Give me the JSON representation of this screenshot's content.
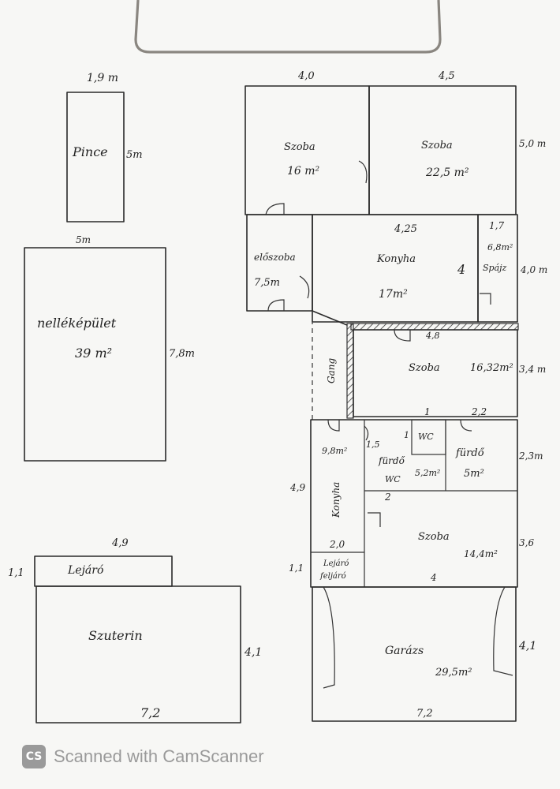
{
  "plan": {
    "rooms": {
      "pince": {
        "name": "Pince",
        "width": "1,9 m",
        "length": "5m"
      },
      "nellek": {
        "name": "nelléképület",
        "area": "39 m²",
        "width": "5m",
        "length": "7,8m"
      },
      "szuterin": {
        "name": "Szuterin",
        "width": "7,2",
        "length": "4,1"
      },
      "lejaro": {
        "name": "Lejáró",
        "width": "4,9",
        "length": "1,1"
      },
      "szoba1": {
        "name": "Szoba",
        "area": "16 m²",
        "width": "4,0"
      },
      "szoba2": {
        "name": "Szoba",
        "area": "22,5 m²",
        "width": "4,5",
        "length": "5,0 m"
      },
      "eloszoba": {
        "name": "előszoba",
        "area": "7,5m"
      },
      "konyha": {
        "name": "Konyha",
        "area": "17m²",
        "width": "4,25",
        "length": "4"
      },
      "spajz": {
        "name": "Spájz",
        "area": "6,8m²",
        "width": "1,7",
        "length": "4,0 m"
      },
      "szoba3": {
        "name": "Szoba",
        "area": "16,32m²",
        "width": "4,8",
        "length": "3,4 m"
      },
      "gang": {
        "name": "Gang"
      },
      "konyha2": {
        "name": "Konyha",
        "area": "9,8m²",
        "length": "4,9"
      },
      "furdo1": {
        "name": "fürdő",
        "area": "5,2m²",
        "dim_a": "1,5",
        "dim_b": "1",
        "dim_c": "1",
        "dim_d": "2",
        "wc1": "WC",
        "wc2": "WC"
      },
      "furdo2": {
        "name": "fürdő",
        "area": "5m²",
        "width": "2,2",
        "length": "2,3m"
      },
      "szoba4": {
        "name": "Szoba",
        "area": "14,4m²",
        "width": "4",
        "length": "3,6"
      },
      "lejaro2": {
        "name": "Lejáró",
        "name2": "feljáró",
        "width": "2,0",
        "length": "1,1"
      },
      "garazs": {
        "name": "Garázs",
        "area": "29,5m²",
        "width": "7,2",
        "length": "4,1"
      }
    }
  },
  "footer": {
    "logo": "CS",
    "text": "Scanned with CamScanner"
  }
}
